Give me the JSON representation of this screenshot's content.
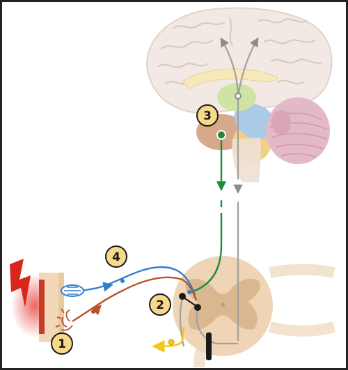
{
  "labels": {
    "step1": "1",
    "step2": "2",
    "step3": "3",
    "step4": "4"
  },
  "colors": {
    "frame": "#222222",
    "badge_fill": "#f7d98a",
    "badge_stroke": "#1a1a1a",
    "brain_cortex": "#f2e8e4",
    "brain_gyri": "#d9c9c3",
    "cerebellum": "#e3b9c7",
    "thalamus": "#cfe3a4",
    "hypothalamus": "#a9cbe7",
    "amygdala_orange": "#f2cf86",
    "limbic_brown": "#d7a98a",
    "spinal_cord": "#efd4b5",
    "grey_matter": "#dab88f",
    "pain_bolt": "#d9261c",
    "skin": "#f3d8b7",
    "nociceptor_pathway": "#b5532b",
    "motor_pathway_blue": "#2f7fd1",
    "descending_green": "#1f8a3b",
    "ascending_grey": "#a0a0a0",
    "reflex_yellow": "#f2c81c"
  }
}
